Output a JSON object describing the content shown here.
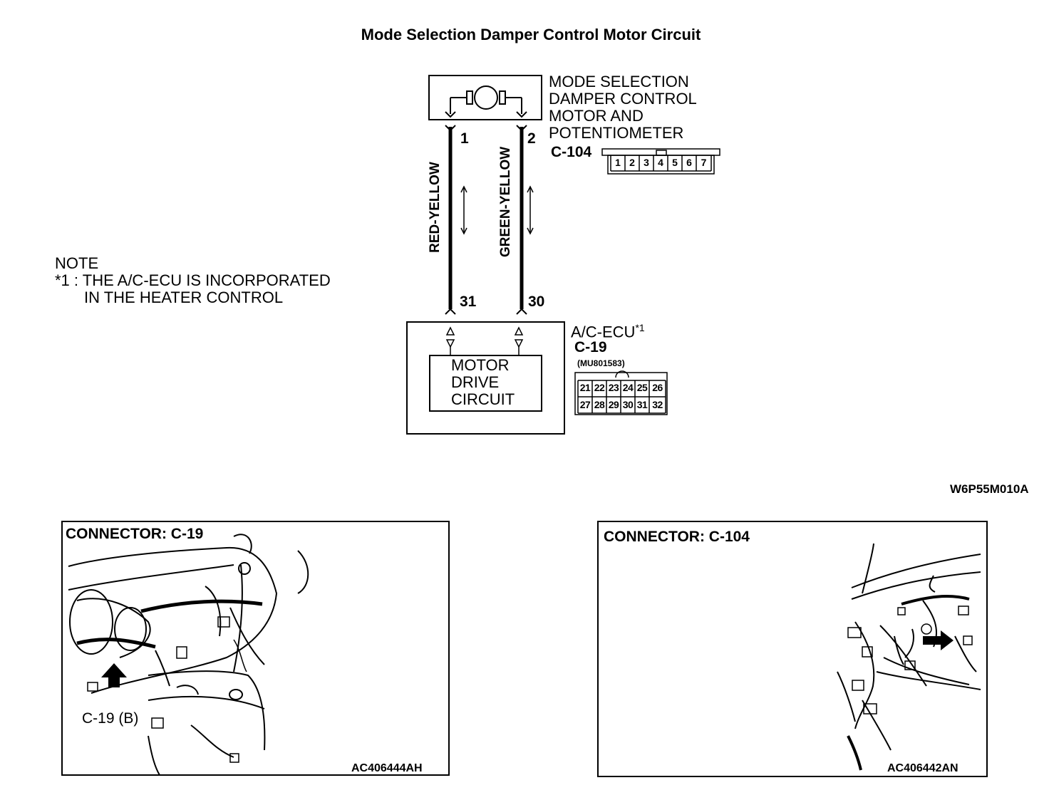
{
  "title": "Mode Selection Damper Control Motor  Circuit",
  "component": {
    "motor_label_lines": [
      "MODE SELECTION",
      "DAMPER CONTROL",
      "MOTOR AND",
      "POTENTIOMETER"
    ],
    "motor_symbol": "M",
    "connector_id": "C-104",
    "connector_pins": [
      "1",
      "2",
      "3",
      "4",
      "5",
      "6",
      "7"
    ]
  },
  "wires": [
    {
      "color_label": "RED-YELLOW",
      "top_pin": "1",
      "bottom_pin": "31"
    },
    {
      "color_label": "GREEN-YELLOW",
      "top_pin": "2",
      "bottom_pin": "30"
    }
  ],
  "ecu": {
    "label": "A/C-ECU",
    "note_ref": "*1",
    "connector_id": "C-19",
    "part_number": "(MU801583)",
    "pins_row1": [
      "21",
      "22",
      "23",
      "24",
      "25",
      "26"
    ],
    "pins_row2": [
      "27",
      "28",
      "29",
      "30",
      "31",
      "32"
    ],
    "circuit_lines": [
      "MOTOR",
      "DRIVE",
      "CIRCUIT"
    ]
  },
  "note": {
    "heading": "NOTE",
    "marker": "*1 :",
    "lines": [
      "THE A/C-ECU IS INCORPORATED",
      "IN THE HEATER CONTROL"
    ]
  },
  "diagram_code": "W6P55M010A",
  "panels": [
    {
      "title": "CONNECTOR: C-19",
      "callout": "C-19 (B)",
      "code": "AC406444AH",
      "icon": "dashboard-illustration"
    },
    {
      "title": "CONNECTOR: C-104",
      "callout": "",
      "code": "AC406442AN",
      "icon": "dashboard-illustration"
    }
  ]
}
